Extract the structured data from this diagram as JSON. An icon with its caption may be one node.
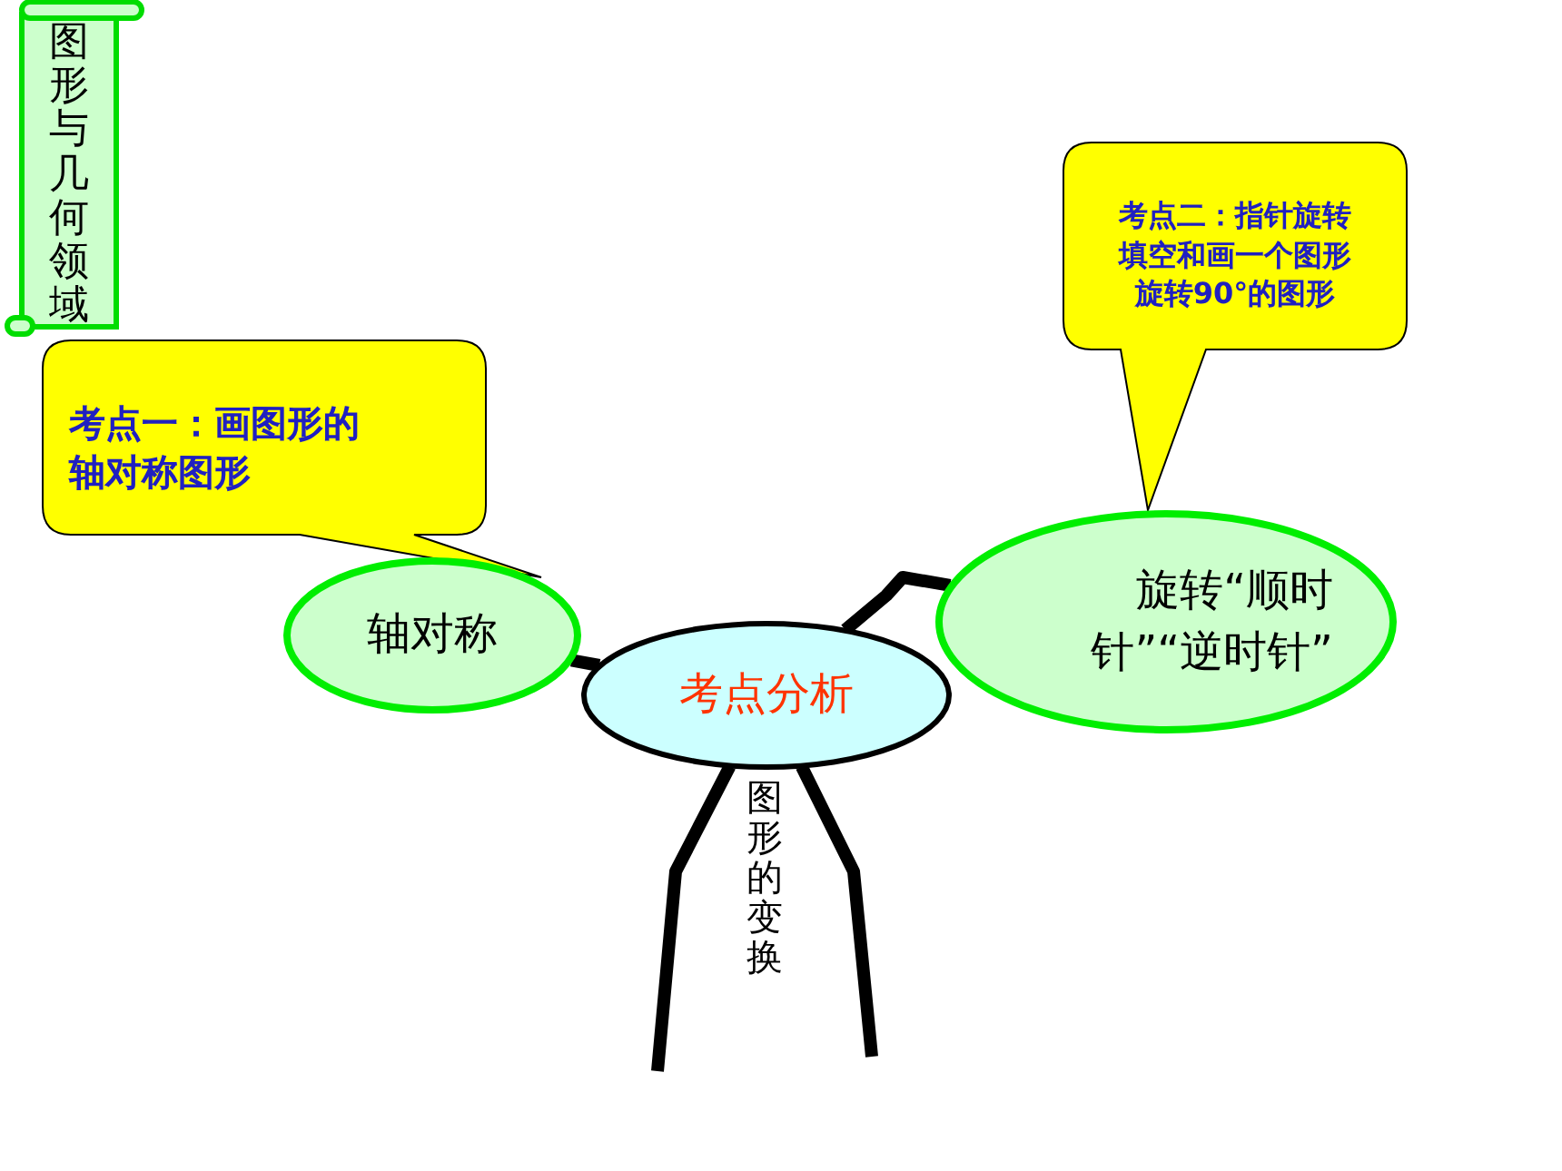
{
  "diagram": {
    "nodes": [
      {
        "text": [
          "图形与几何领域"
        ]
      },
      {
        "text": [
          "考点一：画图形的轴对称图形"
        ]
      },
      {
        "text": [
          "轴对称"
        ]
      },
      {
        "text": [
          "考点二：指针旋转填空和画一个图形旋转90°的图形"
        ]
      },
      {
        "text": [
          "考点分析"
        ]
      },
      {
        "text": [
          "旋转“顺时针”“逆时针”"
        ]
      }
    ],
    "edges": [
      {
        "from": 4,
        "to": 2,
        "arrow": "none"
      },
      {
        "from": 4,
        "to": 5,
        "arrow": "none"
      },
      {
        "from": 4,
        "to": null,
        "arrow": "none"
      },
      {
        "from": 4,
        "to": null,
        "arrow": "none"
      }
    ],
    "labels": [
      "图形的变换"
    ]
  }
}
